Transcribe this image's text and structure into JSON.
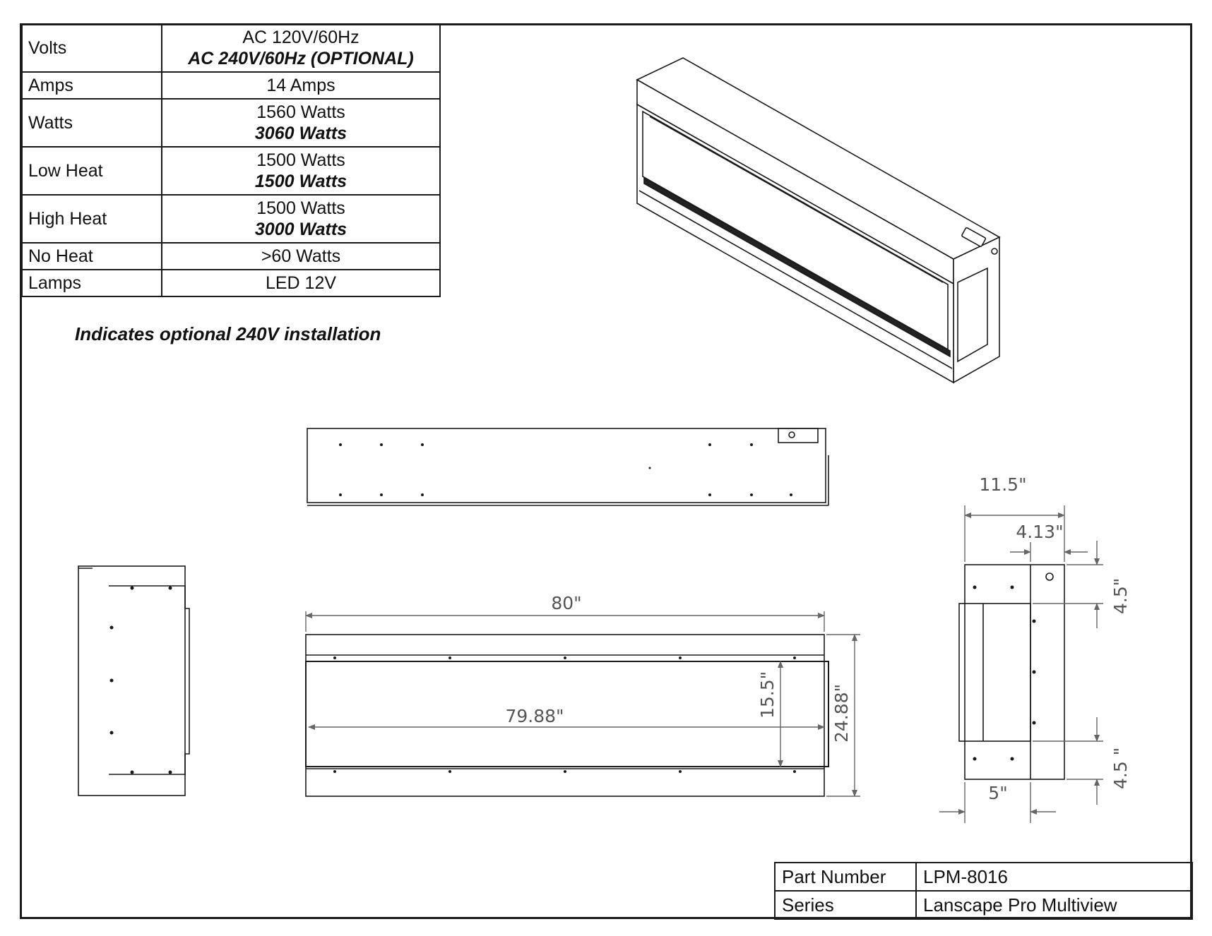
{
  "specs": [
    {
      "label": "Volts",
      "std": "AC 120V/60Hz",
      "opt": "AC 240V/60Hz (OPTIONAL)"
    },
    {
      "label": "Amps",
      "std": "14 Amps",
      "opt": ""
    },
    {
      "label": "Watts",
      "std": "1560 Watts",
      "opt": "3060 Watts"
    },
    {
      "label": "Low Heat",
      "std": "1500 Watts",
      "opt": "1500 Watts"
    },
    {
      "label": "High Heat",
      "std": "1500 Watts",
      "opt": "3000 Watts"
    },
    {
      "label": "No Heat",
      "std": ">60 Watts",
      "opt": ""
    },
    {
      "label": "Lamps",
      "std": "LED 12V",
      "opt": ""
    }
  ],
  "note": "Indicates optional 240V installation",
  "dimensions": {
    "overall_width": "80\"",
    "opening_width": "79.88\"",
    "opening_height": "15.5\"",
    "overall_height": "24.88\"",
    "depth": "11.5\"",
    "depth_partial": "4.13\"",
    "top_offset": "4.5\"",
    "bottom_offset": "4.5 \"",
    "bottom_width": "5\""
  },
  "title_block": {
    "part_number_label": "Part Number",
    "part_number": "LPM-8016",
    "series_label": "Series",
    "series": "Lanscape Pro Multiview"
  }
}
